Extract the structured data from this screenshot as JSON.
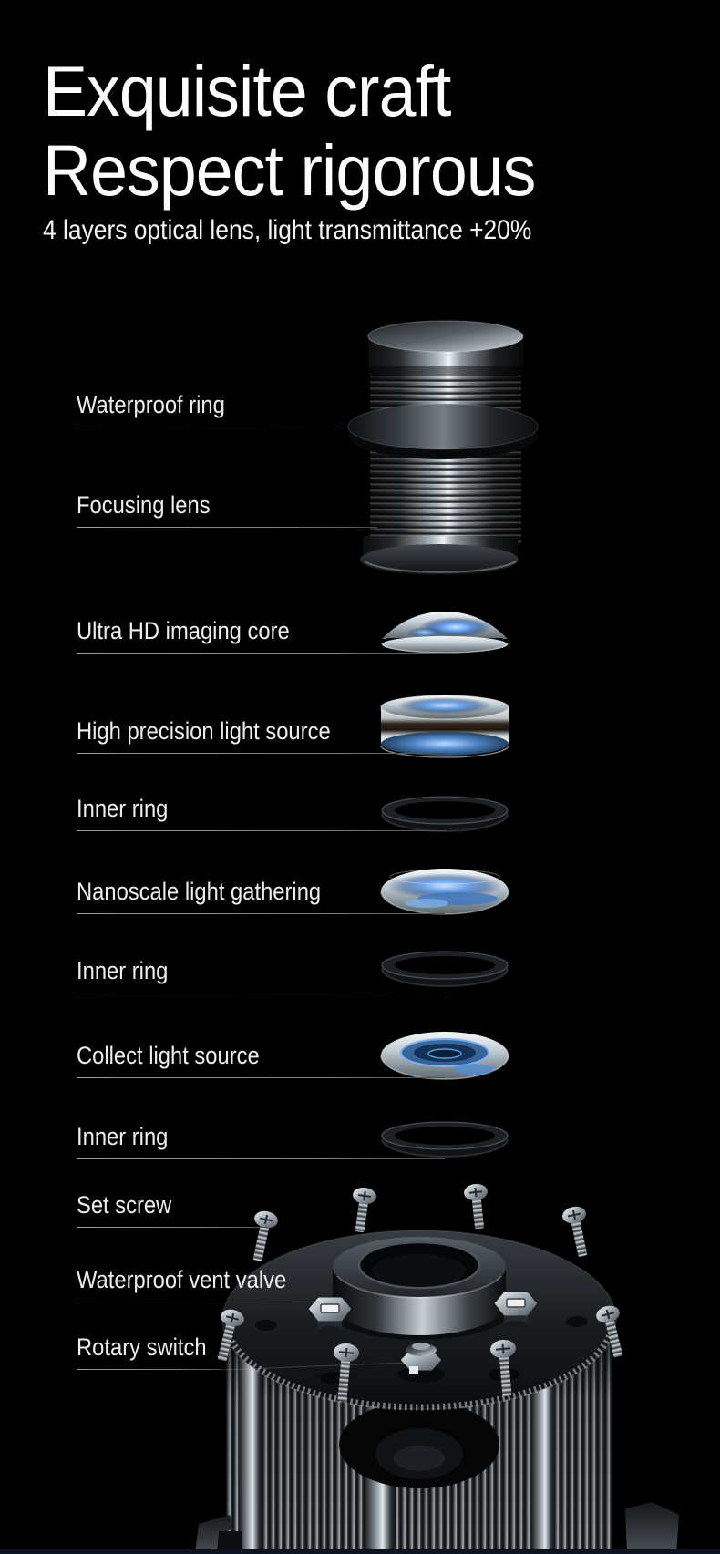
{
  "header": {
    "title_line1": "Exquisite craft",
    "title_line2": "Respect rigorous",
    "subtitle": "4 layers optical lens, light transmittance +20%"
  },
  "diagram": {
    "labels": [
      {
        "text": "Waterproof ring"
      },
      {
        "text": "Focusing lens"
      },
      {
        "text": "Ultra HD imaging core"
      },
      {
        "text": "High precision light source"
      },
      {
        "text": "Inner ring"
      },
      {
        "text": "Nanoscale light gathering"
      },
      {
        "text": "Inner ring"
      },
      {
        "text": "Collect light source"
      },
      {
        "text": "Inner ring"
      },
      {
        "text": "Set screw"
      },
      {
        "text": "Waterproof vent valve"
      },
      {
        "text": "Rotary switch"
      }
    ],
    "parts": [
      "threaded-lens-barrel",
      "waterproof-ring-flange",
      "ultra-hd-imaging-lens",
      "high-precision-light-lens",
      "inner-ring-1",
      "nanoscale-light-lens",
      "inner-ring-2",
      "collect-light-lens",
      "inner-ring-3",
      "set-screws",
      "waterproof-vent-valves",
      "rotary-switch",
      "heatsink-body"
    ]
  },
  "colors": {
    "background": "#000000",
    "text": "#eeeeee",
    "leader_line": "#8c8c8c",
    "accent_blue": "#5d9ff0",
    "bottom_strip": "#0c1322"
  }
}
